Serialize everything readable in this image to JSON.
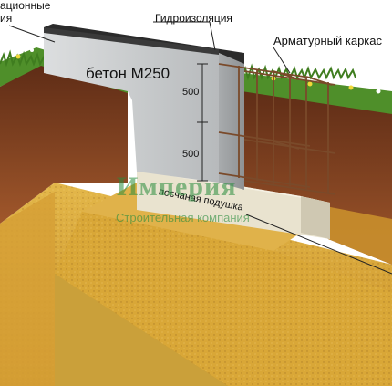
{
  "labels": {
    "top_left_line1": "ационные",
    "top_left_line2": "ия",
    "waterproofing": "Гидроизоляция",
    "rebar_cage": "Арматурный каркас",
    "concrete": "бетон М250",
    "dim_upper": "500",
    "dim_lower": "500",
    "sand_cushion": "песчаная подушка"
  },
  "watermark": {
    "brand": "Империя",
    "tagline": "Строительная компания"
  },
  "colors": {
    "concrete": "#c9cbcd",
    "waterproofing": "#2b2b2b",
    "soil_dark": "#7a3b20",
    "soil_sand": "#d9a93a",
    "sand_cushion": "#e9e3cf",
    "grass": "#4f8f2a",
    "rebar": "#7a4a2a",
    "watermark": "#288c3c"
  }
}
